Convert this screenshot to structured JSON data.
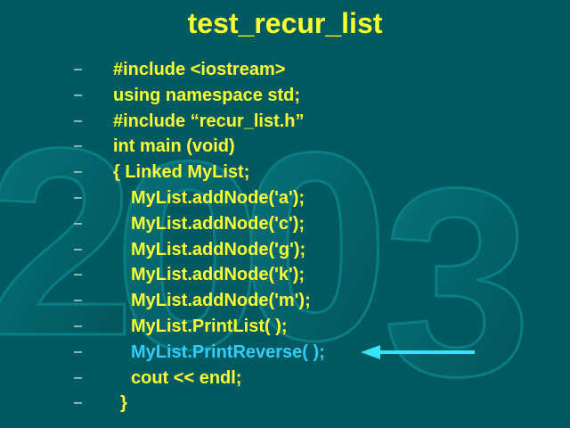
{
  "slide": {
    "title": "test_recur_list",
    "background_color": "#005a60",
    "watermark_digits": [
      "2",
      "0",
      "0",
      "3"
    ]
  },
  "colors": {
    "title": "#ffff33",
    "code": "#ffff33",
    "highlight": "#33ccff",
    "bullet": "#ffffff",
    "arrow": "#33e5ff"
  },
  "code_lines": [
    {
      "bullet": "–",
      "text": "#include <iostream>",
      "indent": 0,
      "highlight": false
    },
    {
      "bullet": "–",
      "text": "using namespace std;",
      "indent": 0,
      "highlight": false
    },
    {
      "bullet": "–",
      "text": "#include “recur_list.h”",
      "indent": 0,
      "highlight": false
    },
    {
      "bullet": "–",
      "text": "int main (void)",
      "indent": 0,
      "highlight": false
    },
    {
      "bullet": "–",
      "text": "{ Linked MyList;",
      "indent": 0,
      "highlight": false
    },
    {
      "bullet": "–",
      "text": "MyList.addNode('a');",
      "indent": 1,
      "highlight": false
    },
    {
      "bullet": "–",
      "text": "MyList.addNode('c');",
      "indent": 1,
      "highlight": false
    },
    {
      "bullet": "–",
      "text": "MyList.addNode('g');",
      "indent": 1,
      "highlight": false
    },
    {
      "bullet": "–",
      "text": "MyList.addNode('k');",
      "indent": 1,
      "highlight": false
    },
    {
      "bullet": "–",
      "text": "MyList.addNode('m');",
      "indent": 1,
      "highlight": false
    },
    {
      "bullet": "–",
      "text": "MyList.PrintList( );",
      "indent": 1,
      "highlight": false
    },
    {
      "bullet": "–",
      "text": "MyList.PrintReverse( );",
      "indent": 1,
      "highlight": true
    },
    {
      "bullet": "–",
      "text": "cout << endl;",
      "indent": 1,
      "highlight": false
    },
    {
      "bullet": "–",
      "text": "}",
      "indent": 2,
      "highlight": false
    }
  ]
}
